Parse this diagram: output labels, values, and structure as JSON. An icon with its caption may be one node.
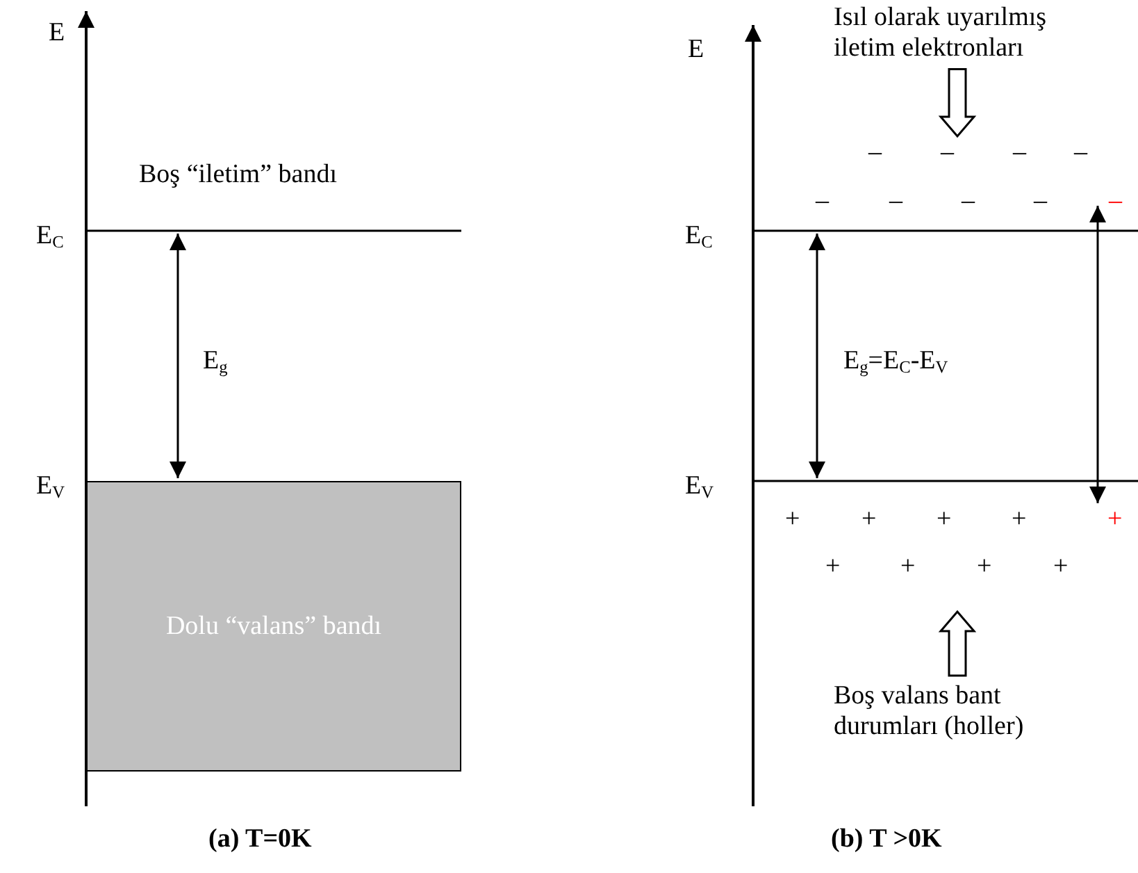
{
  "diagram": {
    "nodes": [
      {
        "text": [
          "Dolu “valans” bandı"
        ]
      },
      {
        "text": [
          "Isıl olarak uyarılmış iletim elektronları"
        ]
      },
      {
        "text": [
          "Boş valans bant durumları (holler)"
        ]
      }
    ],
    "edges": [
      {
        "from": 1,
        "to": null,
        "arrow": "to"
      },
      {
        "from": 2,
        "to": null,
        "arrow": "to"
      }
    ],
    "labels": [
      "E",
      "E$_{C}$",
      "Boş “iletim” bandı",
      "E$_{g}$",
      "E$_{V}$",
      "E",
      "E$_{C}$",
      "–",
      "–",
      "–",
      "–",
      "–",
      "–",
      "–",
      "–",
      "–",
      "E$_{g}$=E$_{C}$-E$_{V}$",
      "E$_{V}$",
      "+",
      "+",
      "+",
      "+",
      "+",
      "+",
      "+",
      "+",
      "+",
      "(a) T=0K",
      "(b) T >0K"
    ]
  }
}
